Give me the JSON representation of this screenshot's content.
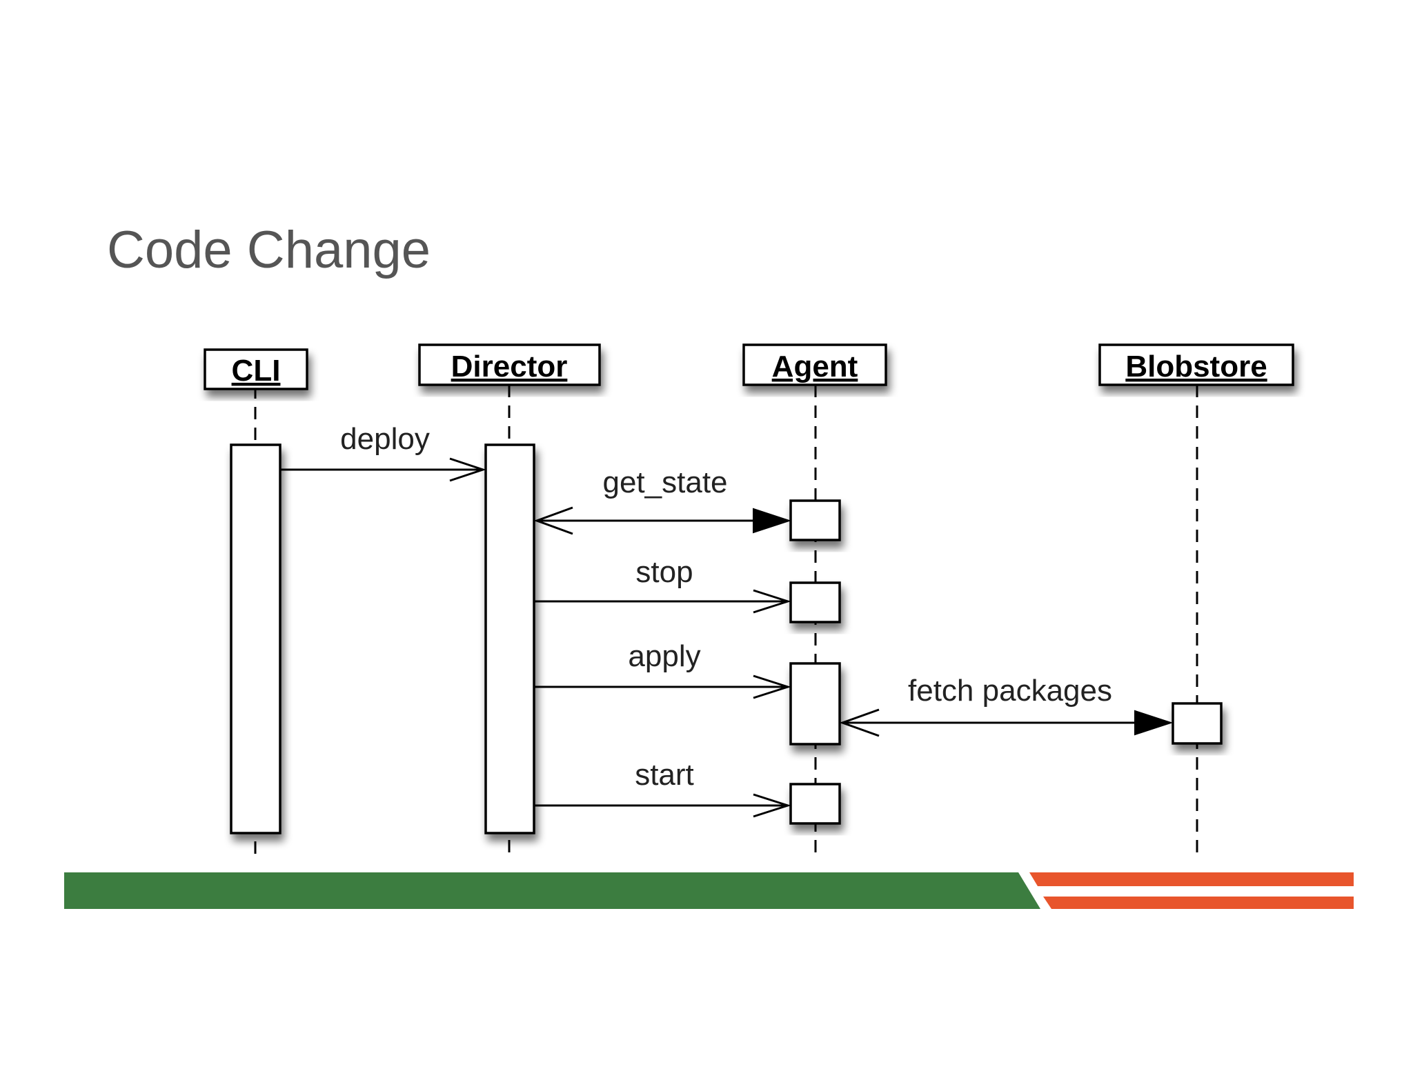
{
  "slide": {
    "title": "Code Change"
  },
  "diagram": {
    "actors": [
      {
        "id": "cli",
        "label": "CLI"
      },
      {
        "id": "director",
        "label": "Director"
      },
      {
        "id": "agent",
        "label": "Agent"
      },
      {
        "id": "blobstore",
        "label": "Blobstore"
      }
    ],
    "messages": [
      {
        "id": "deploy",
        "label": "deploy",
        "from": "CLI",
        "to": "Director",
        "arrow": "open"
      },
      {
        "id": "get_state",
        "label": "get_state",
        "from": "Director",
        "to": "Agent",
        "arrow": "bidirectional"
      },
      {
        "id": "stop",
        "label": "stop",
        "from": "Director",
        "to": "Agent",
        "arrow": "open"
      },
      {
        "id": "apply",
        "label": "apply",
        "from": "Director",
        "to": "Agent",
        "arrow": "open"
      },
      {
        "id": "fetch_packages",
        "label": "fetch packages",
        "from": "Agent",
        "to": "Blobstore",
        "arrow": "bidirectional"
      },
      {
        "id": "start",
        "label": "start",
        "from": "Director",
        "to": "Agent",
        "arrow": "open"
      }
    ]
  },
  "colors": {
    "title": "#555555",
    "footer_green": "#3c7d40",
    "footer_orange": "#e8552c"
  }
}
